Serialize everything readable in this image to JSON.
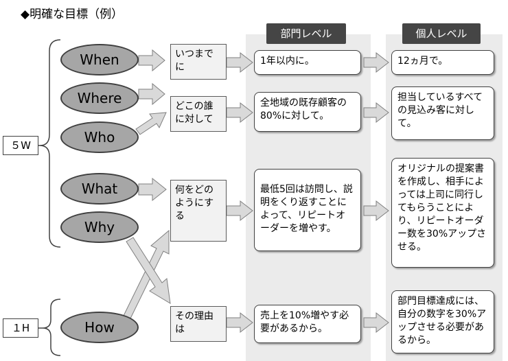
{
  "title": "◆明確な目標（例）",
  "columns": {
    "dept": "部門レベル",
    "individual": "個人レベル"
  },
  "groups": {
    "five_w": "５W",
    "one_h": "１H"
  },
  "ovals": {
    "when": "When",
    "where": "Where",
    "who": "Who",
    "what": "What",
    "why": "Why",
    "how": "How"
  },
  "mid": {
    "when": "いつまでに",
    "where_who": "どこの誰に対して",
    "what": "何をどのようにする",
    "why": "その理由は"
  },
  "dept": {
    "r1": "1年以内に。",
    "r2": "全地域の既存顧客の80%に対して。",
    "r3": "最低5回は訪問し、説明をくり返すことによって、リピートオーダーを増やす。",
    "r4": "売上を10%増やす必要があるから。"
  },
  "indiv": {
    "r1": "12ヵ月で。",
    "r2": "担当しているすべての見込み客に対して。",
    "r3": "オリジナルの提案書を作成し、相手によっては上司に同行してもらうことにより、リピートオーダー数を30%アップさせる。",
    "r4": "部門目標達成には、自分の数字を30%アップさせる必要があるから。"
  },
  "colors": {
    "oval_fill": "#a6a6a6",
    "header_fill": "#454545",
    "arrow_fill": "#d9d9d9",
    "column_bg": "#ebebeb"
  }
}
